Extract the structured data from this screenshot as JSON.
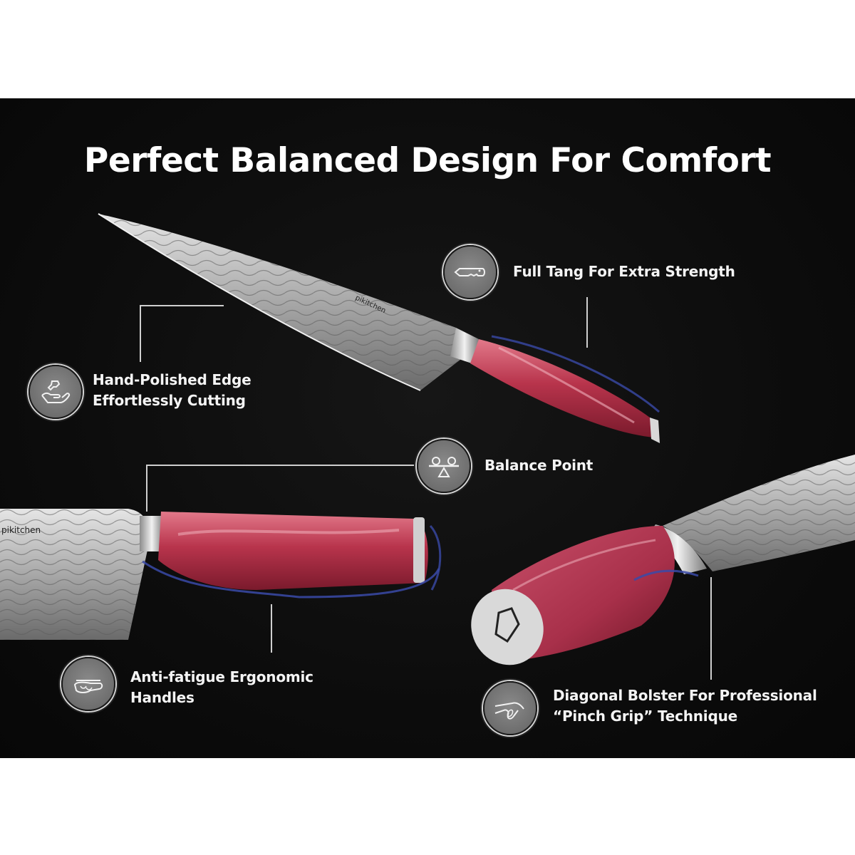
{
  "title": "Perfect Balanced Design For Comfort",
  "brand": "pikitchen",
  "colors": {
    "background": "#0d0d0d",
    "outer_background": "#ffffff",
    "text": "#f4f4f4",
    "handle_resin": "#b8344c",
    "callout_line": "#cfcfcf",
    "accent_glow": "#3a4aa8"
  },
  "features": [
    {
      "id": "full-tang",
      "icon": "full-tang-icon",
      "lines": [
        "Full Tang For Extra Strength"
      ]
    },
    {
      "id": "hand-polished",
      "icon": "hand-wrench-icon",
      "lines": [
        "Hand-Polished Edge",
        "Effortlessly Cutting"
      ]
    },
    {
      "id": "balance-point",
      "icon": "balance-scale-icon",
      "lines": [
        "Balance Point"
      ]
    },
    {
      "id": "anti-fatigue",
      "icon": "hand-grip-icon",
      "lines": [
        "Anti-fatigue Ergonomic",
        "Handles"
      ]
    },
    {
      "id": "diagonal-bolster",
      "icon": "pinch-grip-icon",
      "lines": [
        "Diagonal Bolster For Professional",
        "“Pinch Grip” Technique"
      ]
    }
  ]
}
